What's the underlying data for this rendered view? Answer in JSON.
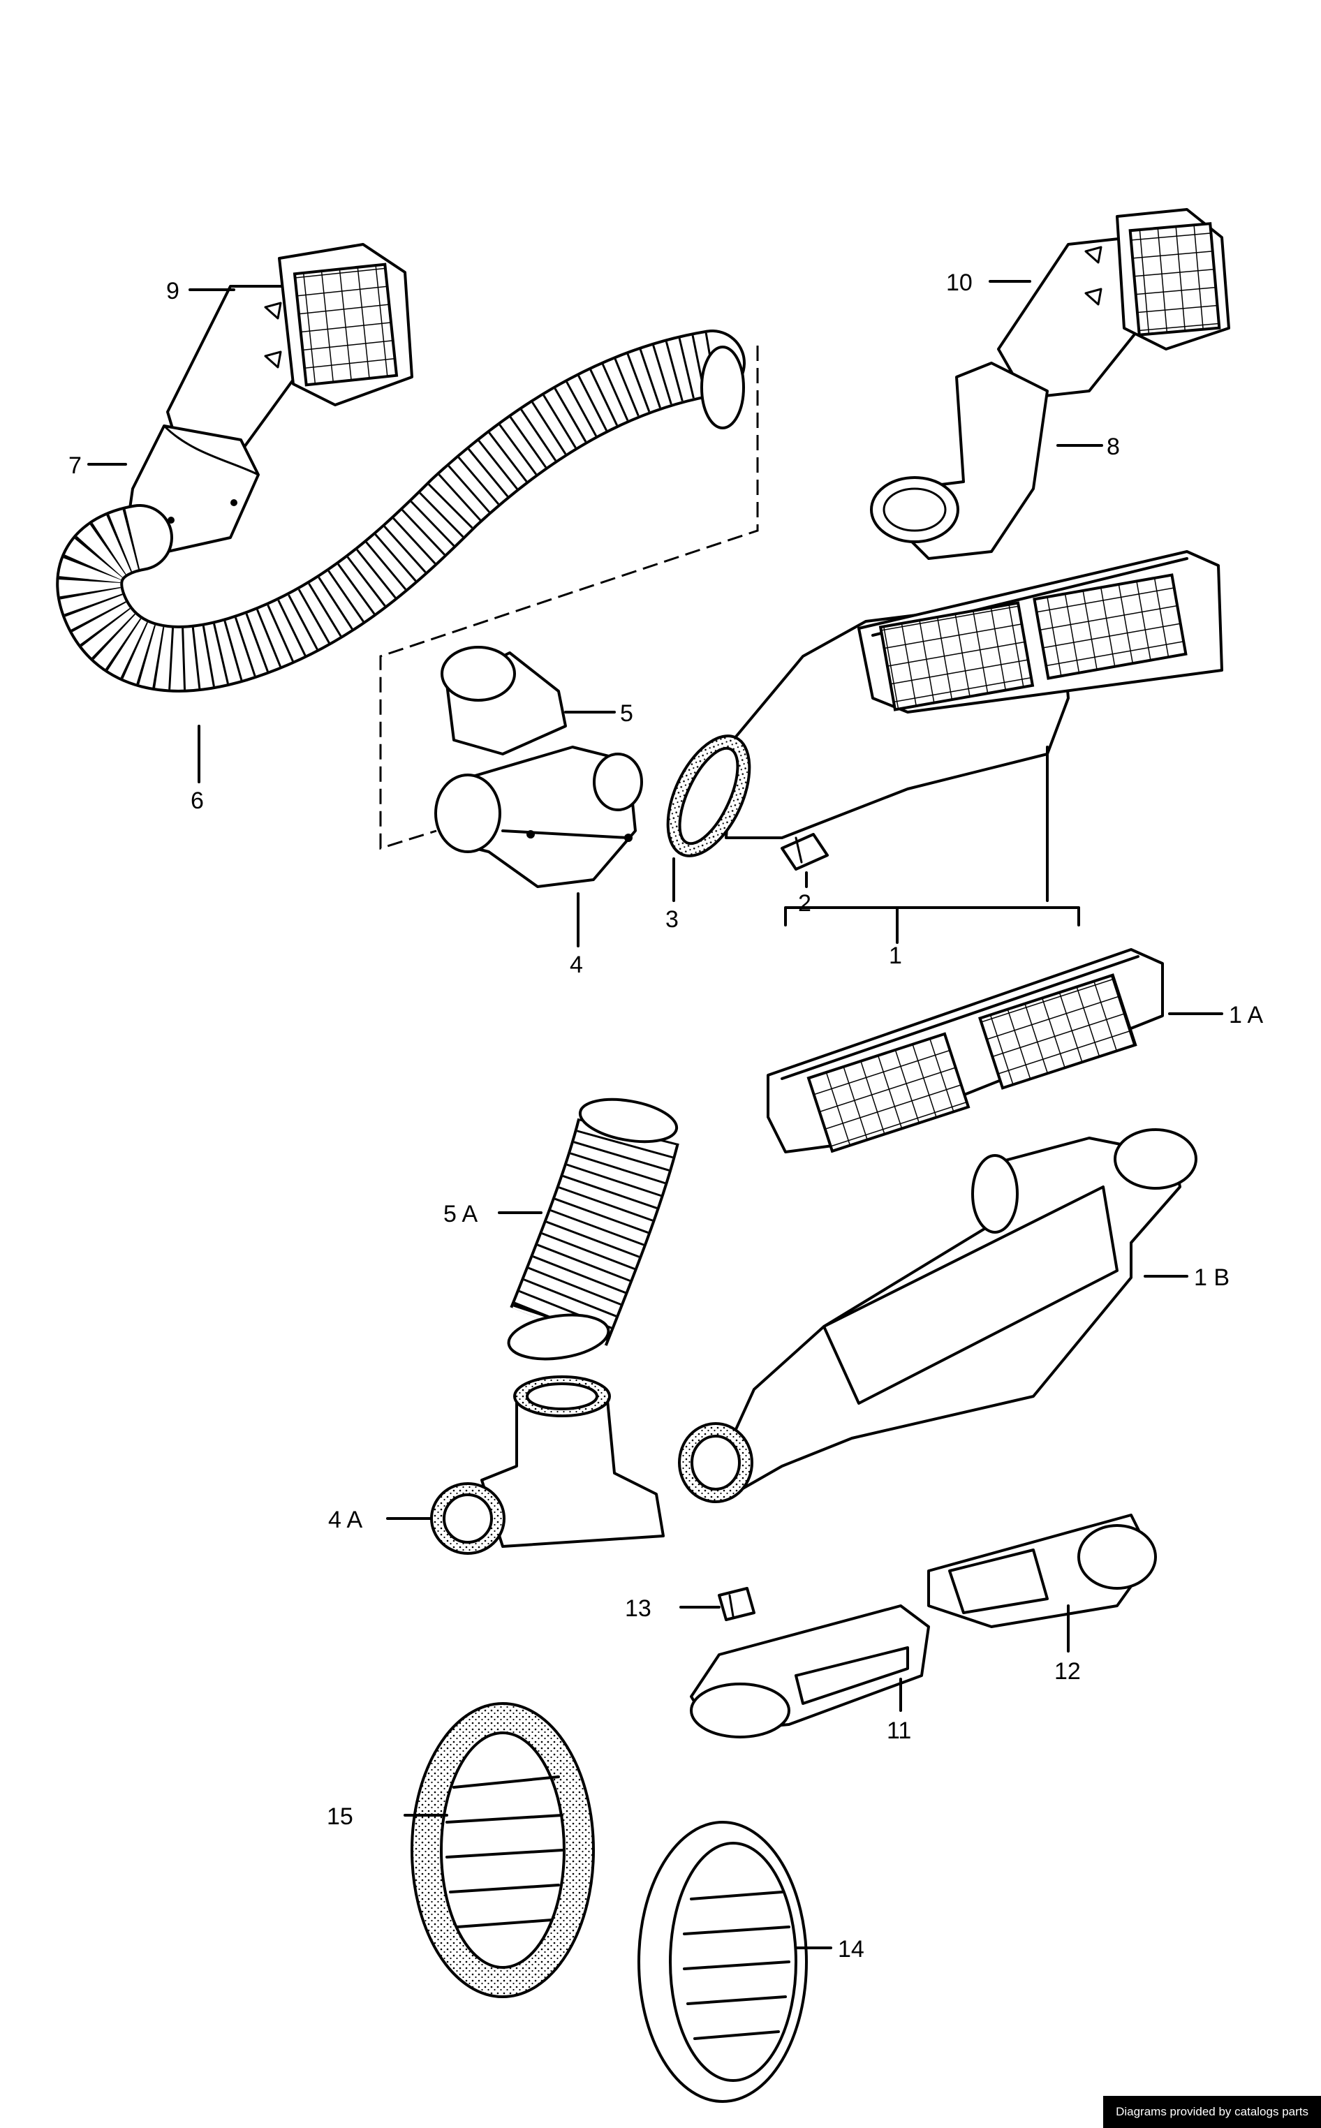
{
  "labels": {
    "l1": "1",
    "l1A": "1 A",
    "l1B": "1 B",
    "l2": "2",
    "l3": "3",
    "l4": "4",
    "l4A": "4 A",
    "l5": "5",
    "l5A": "5 A",
    "l6": "6",
    "l7": "7",
    "l8": "8",
    "l9": "9",
    "l10": "10",
    "l11": "11",
    "l12": "12",
    "l13": "13",
    "l14": "14",
    "l15": "15"
  },
  "credit": "Diagrams provided by catalogs parts",
  "colors": {
    "line": "#000000",
    "background": "#ffffff",
    "credit_bg": "#000000",
    "credit_text": "#ffffff"
  }
}
